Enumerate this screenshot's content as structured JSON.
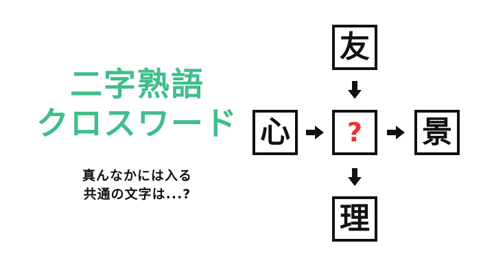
{
  "title": {
    "line1": "二字熟語",
    "line2": "クロスワード"
  },
  "subtitle": {
    "line1": "真んなかには入る",
    "line2": "共通の文字は...?"
  },
  "puzzle": {
    "top_char": "友",
    "left_char": "心",
    "center_char": "?",
    "right_char": "景",
    "bottom_char": "理"
  },
  "colors": {
    "title_green": "#3fbe8a",
    "question_red": "#e8352e",
    "ink_black": "#111111",
    "background": "#ffffff"
  }
}
